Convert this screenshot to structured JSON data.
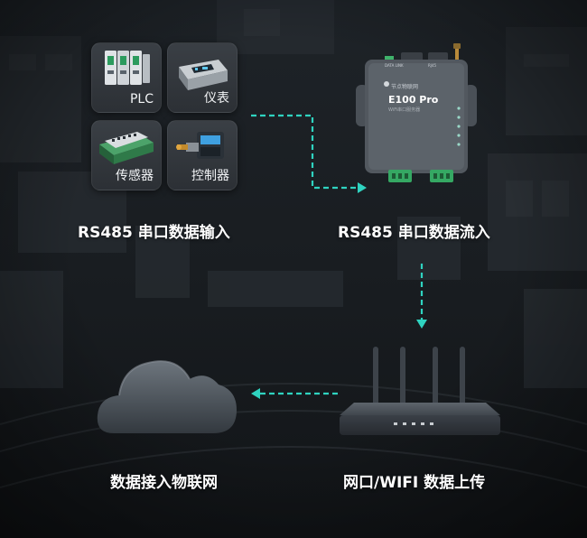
{
  "inputs": [
    {
      "id": "plc",
      "label": "PLC",
      "icon": "plc-module-icon"
    },
    {
      "id": "meter",
      "label": "仪表",
      "icon": "meter-icon"
    },
    {
      "id": "sensor",
      "label": "传感器",
      "icon": "sensor-module-icon"
    },
    {
      "id": "controller",
      "label": "控制器",
      "icon": "controller-icon"
    }
  ],
  "captions": {
    "input": "RS485 串口数据输入",
    "flow": "RS485 串口数据流入",
    "cloud": "数据接入物联网",
    "upload": "网口/WIFI 数据上传"
  },
  "device": {
    "brand": "节点物联网",
    "model": "E100 Pro",
    "subtitle": "WiFi串口服务器",
    "port_left": "DATA LINK",
    "port_right": "RJ45"
  },
  "icons": [
    "router-icon",
    "cloud-icon",
    "serial-server-icon",
    "dashed-arrow-icon"
  ],
  "colors": {
    "arrow": "#2fd3c0",
    "background": "#15191d",
    "tile": "#33383e",
    "text": "#ffffff"
  }
}
